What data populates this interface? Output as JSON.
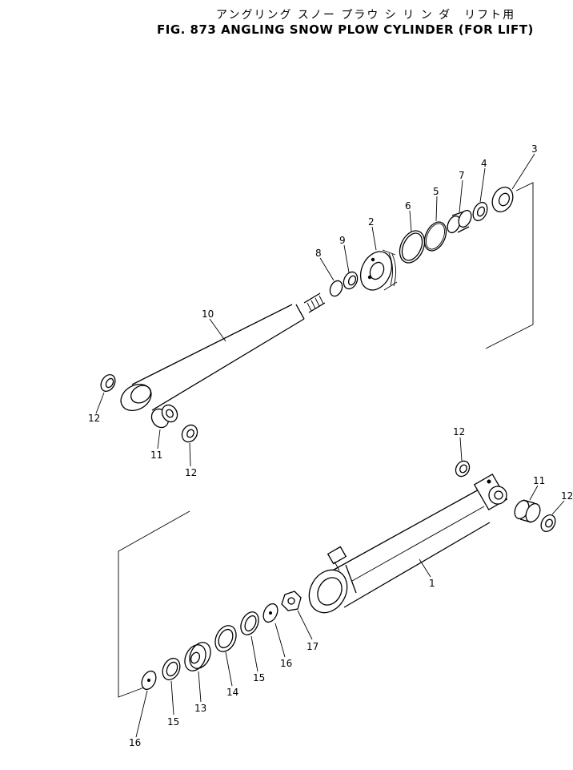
{
  "title": {
    "japanese": "アングリング スノー プラウ シ リ ン ダ　リフト用",
    "english": "FIG. 873  ANGLING SNOW PLOW CYLINDER (FOR LIFT)"
  },
  "callouts": {
    "p1": "1",
    "p2": "2",
    "p3": "3",
    "p4": "4",
    "p5": "5",
    "p6": "6",
    "p7": "7",
    "p8": "8",
    "p9": "9",
    "p10": "10",
    "p11a": "11",
    "p11b": "11",
    "p12a": "12",
    "p12b": "12",
    "p12c": "12",
    "p12d": "12",
    "p13": "13",
    "p14": "14",
    "p15a": "15",
    "p15b": "15",
    "p16a": "16",
    "p16b": "16",
    "p17": "17"
  }
}
